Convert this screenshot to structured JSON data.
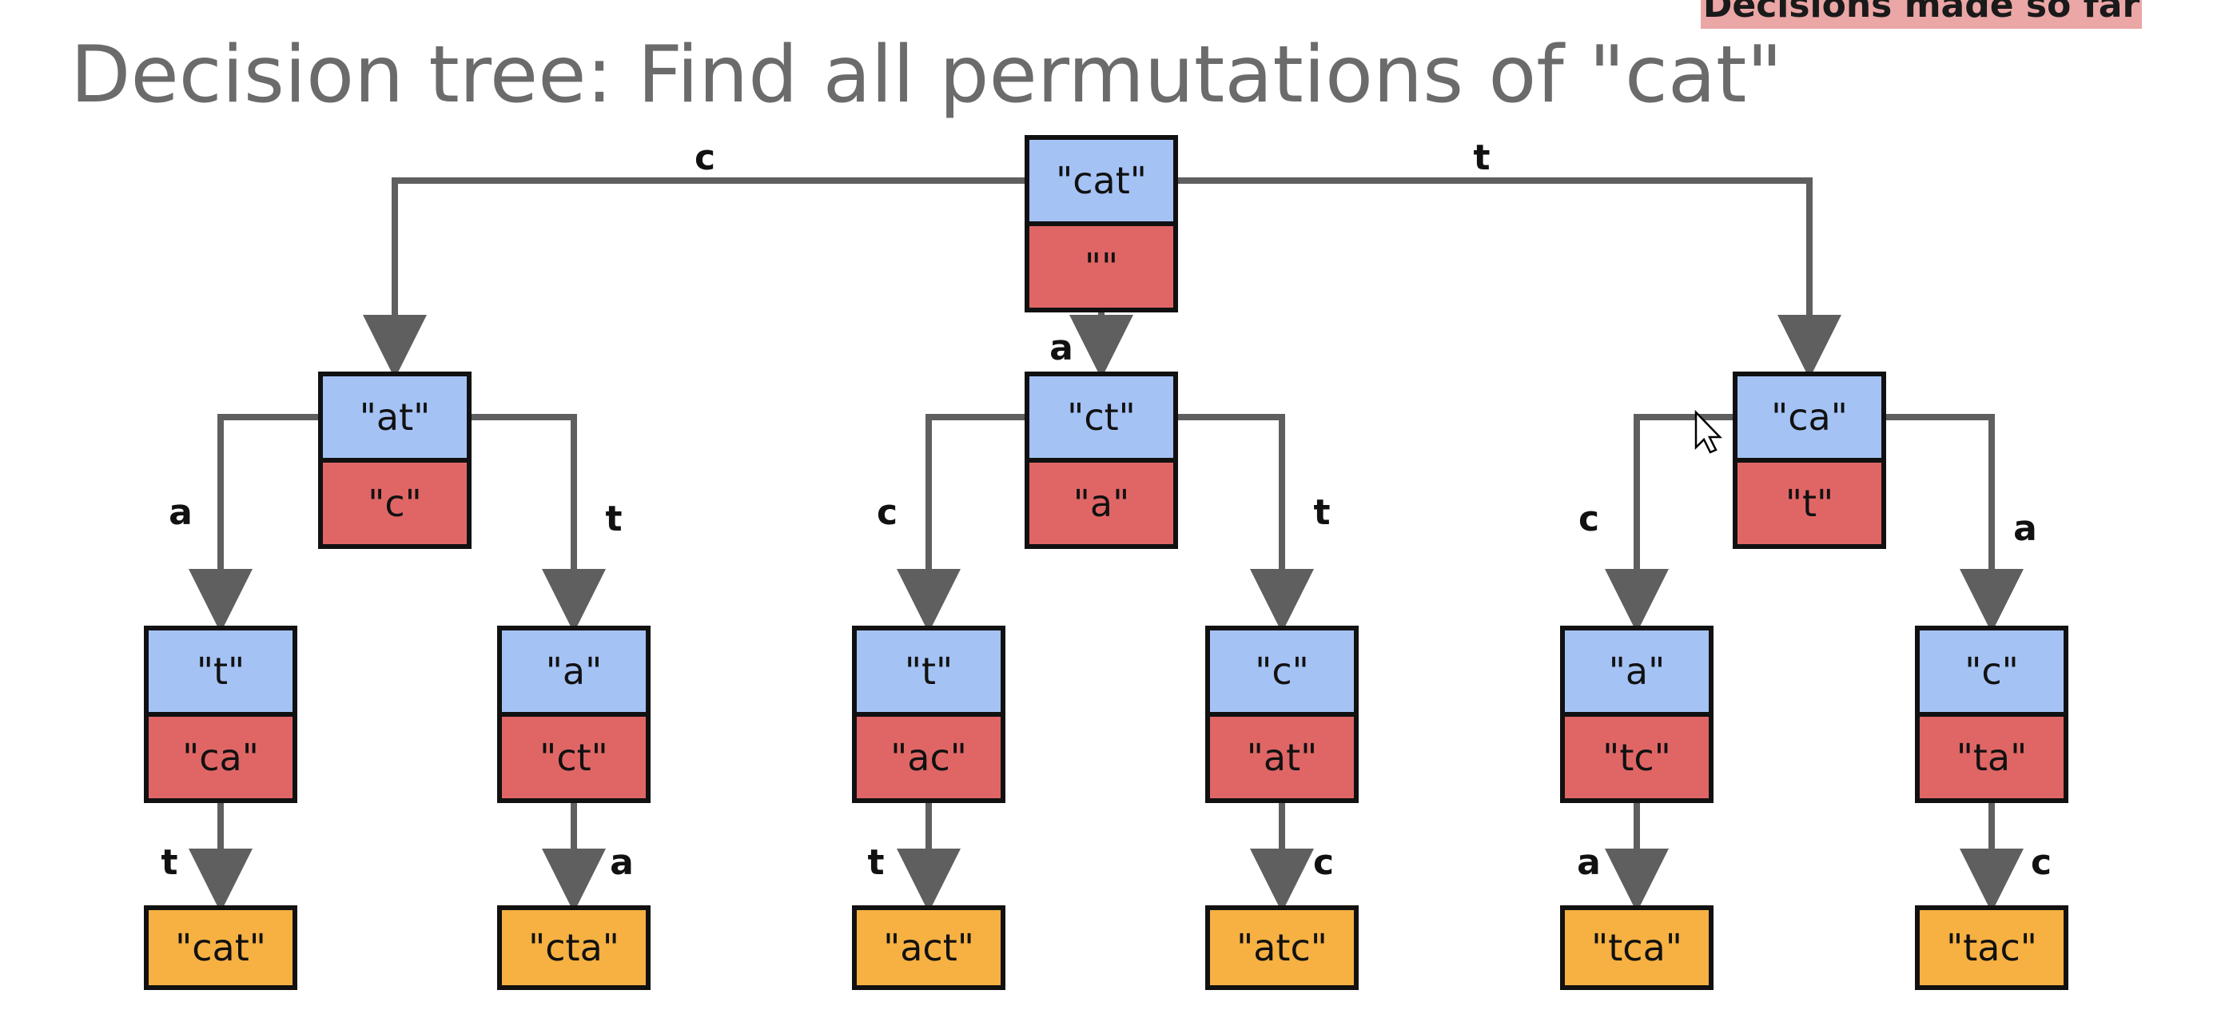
{
  "legend": "Decisions made so far",
  "title": "Decision tree: Find all permutations of \"cat\"",
  "colors": {
    "remaining": "#a4c2f4",
    "decided": "#e06666",
    "result": "#f6b142",
    "edge": "#5f5f5f",
    "border": "#111111"
  },
  "nodes": [
    {
      "id": "root",
      "remaining": "\"cat\"",
      "decided": "\"\""
    },
    {
      "id": "n_c",
      "remaining": "\"at\"",
      "decided": "\"c\""
    },
    {
      "id": "n_a",
      "remaining": "\"ct\"",
      "decided": "\"a\""
    },
    {
      "id": "n_t",
      "remaining": "\"ca\"",
      "decided": "\"t\""
    },
    {
      "id": "n_ca",
      "remaining": "\"t\"",
      "decided": "\"ca\""
    },
    {
      "id": "n_ct",
      "remaining": "\"a\"",
      "decided": "\"ct\""
    },
    {
      "id": "n_ac",
      "remaining": "\"t\"",
      "decided": "\"ac\""
    },
    {
      "id": "n_at",
      "remaining": "\"c\"",
      "decided": "\"at\""
    },
    {
      "id": "n_tc",
      "remaining": "\"a\"",
      "decided": "\"tc\""
    },
    {
      "id": "n_ta",
      "remaining": "\"c\"",
      "decided": "\"ta\""
    },
    {
      "id": "r_cat",
      "result": "\"cat\""
    },
    {
      "id": "r_cta",
      "result": "\"cta\""
    },
    {
      "id": "r_act",
      "result": "\"act\""
    },
    {
      "id": "r_atc",
      "result": "\"atc\""
    },
    {
      "id": "r_tca",
      "result": "\"tca\""
    },
    {
      "id": "r_tac",
      "result": "\"tac\""
    }
  ],
  "edges": [
    {
      "from": "root",
      "to": "n_c",
      "label": "c"
    },
    {
      "from": "root",
      "to": "n_a",
      "label": "a"
    },
    {
      "from": "root",
      "to": "n_t",
      "label": "t"
    },
    {
      "from": "n_c",
      "to": "n_ca",
      "label": "a"
    },
    {
      "from": "n_c",
      "to": "n_ct",
      "label": "t"
    },
    {
      "from": "n_a",
      "to": "n_ac",
      "label": "c"
    },
    {
      "from": "n_a",
      "to": "n_at",
      "label": "t"
    },
    {
      "from": "n_t",
      "to": "n_tc",
      "label": "c"
    },
    {
      "from": "n_t",
      "to": "n_ta",
      "label": "a"
    },
    {
      "from": "n_ca",
      "to": "r_cat",
      "label": "t"
    },
    {
      "from": "n_ct",
      "to": "r_cta",
      "label": "a"
    },
    {
      "from": "n_ac",
      "to": "r_act",
      "label": "t"
    },
    {
      "from": "n_at",
      "to": "r_atc",
      "label": "c"
    },
    {
      "from": "n_tc",
      "to": "r_tca",
      "label": "a"
    },
    {
      "from": "n_ta",
      "to": "r_tac",
      "label": "c"
    }
  ]
}
